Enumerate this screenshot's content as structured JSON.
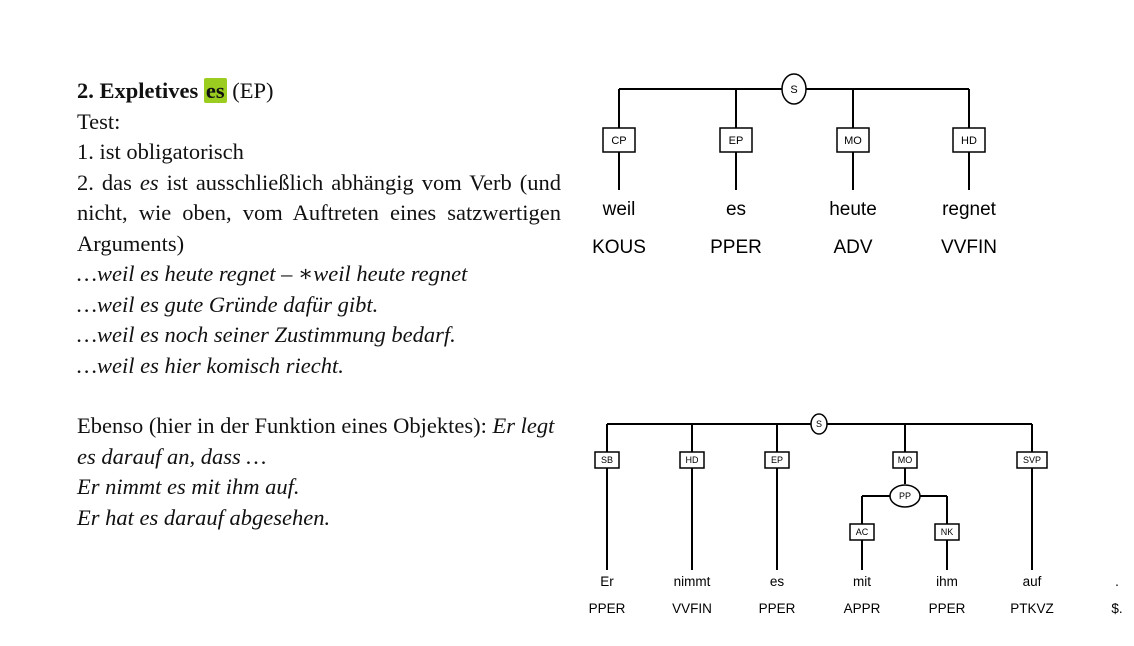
{
  "section": {
    "number": "2.",
    "title_prefix": "Expletives",
    "title_highlight": "es",
    "title_suffix": "(EP)"
  },
  "test_label": "Test:",
  "criteria": [
    "1. ist obligatorisch",
    "2. das",
    "es",
    "ist ausschließlich abhängig vom Verb (und nicht, wie oben, vom Auftreten eines satzwertigen Arguments)"
  ],
  "examples": [
    "…weil es heute regnet – ∗weil heute regnet",
    "…weil es gute Gründe dafür gibt.",
    "…weil es noch seiner Zustimmung bedarf.",
    "…weil es hier komisch riecht."
  ],
  "object_intro": "Ebenso (hier in der Funktion eines Objektes):",
  "object_examples": [
    "Er legt es darauf an, dass …",
    "Er nimmt es mit ihm auf.",
    "Er hat es darauf abgesehen."
  ],
  "tree1": {
    "root": "S",
    "edges": [
      "CP",
      "EP",
      "MO",
      "HD"
    ],
    "words": [
      "weil",
      "es",
      "heute",
      "regnet"
    ],
    "tags": [
      "KOUS",
      "PPER",
      "ADV",
      "VVFIN"
    ]
  },
  "tree2": {
    "root": "S",
    "pp_node": "PP",
    "edges": [
      "SB",
      "HD",
      "EP",
      "MO",
      "SVP"
    ],
    "pp_edges": [
      "AC",
      "NK"
    ],
    "words": [
      "Er",
      "nimmt",
      "es",
      "mit",
      "ihm",
      "auf",
      "."
    ],
    "tags": [
      "PPER",
      "VVFIN",
      "PPER",
      "APPR",
      "PPER",
      "PTKVZ",
      "$."
    ]
  }
}
